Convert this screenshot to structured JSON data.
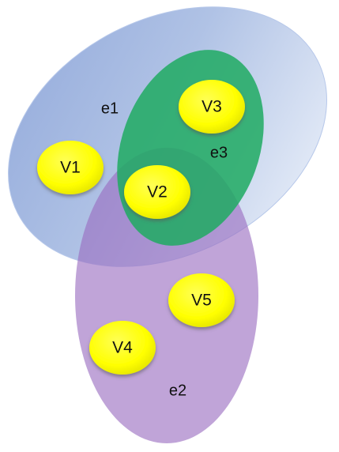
{
  "colors": {
    "background": "#ffffff",
    "e1_fill_dark": "#8fa8da",
    "e1_fill_light": "#e4ecf8",
    "e2_fill": "#a47cc6",
    "e3_fill": "#22b26a",
    "vertex_fill": "#ffff00",
    "vertex_edge": "#b8b800",
    "text": "#111111"
  },
  "hyperedges": {
    "e1": {
      "label": "e1"
    },
    "e2": {
      "label": "e2"
    },
    "e3": {
      "label": "e3"
    }
  },
  "vertices": {
    "v1": {
      "label": "V1"
    },
    "v2": {
      "label": "V2"
    },
    "v3": {
      "label": "V3"
    },
    "v4": {
      "label": "V4"
    },
    "v5": {
      "label": "V5"
    }
  }
}
